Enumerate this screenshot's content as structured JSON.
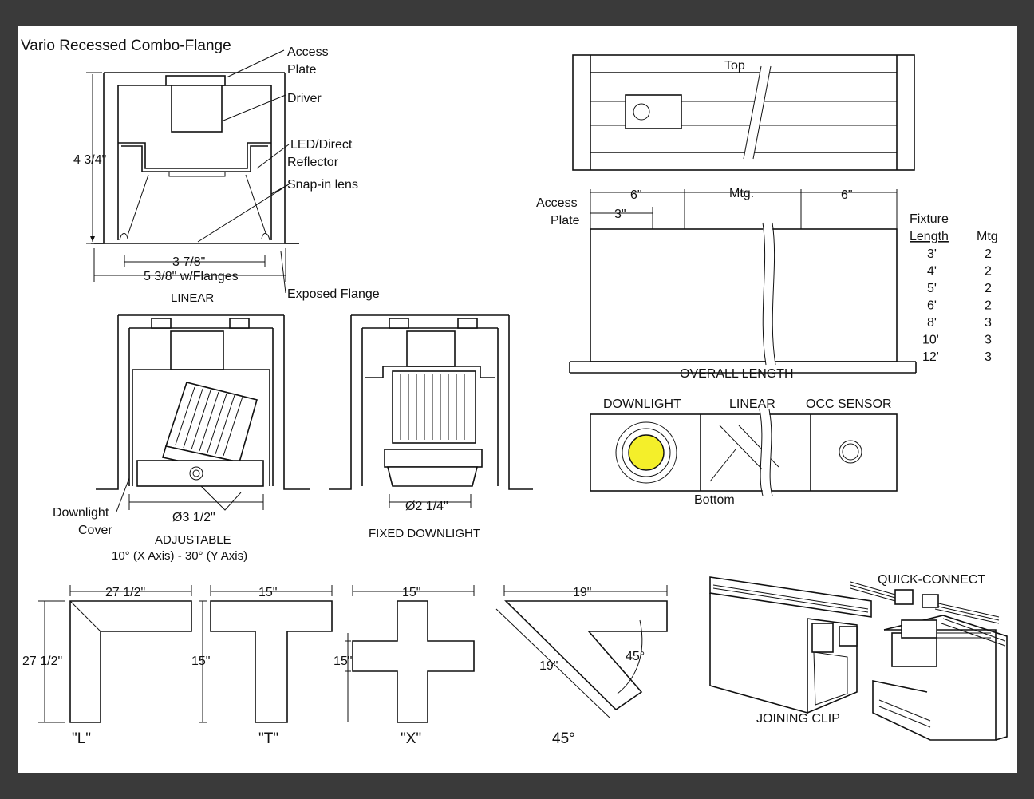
{
  "title": "Vario Recessed Combo-Flange",
  "linear_section": {
    "callouts": {
      "access_plate_1": "Access",
      "access_plate_2": "Plate",
      "driver": "Driver",
      "reflector_1": "LED/Direct",
      "reflector_2": "Reflector",
      "lens": "Snap-in lens",
      "exposed_flange": "Exposed Flange"
    },
    "dims": {
      "height": "4 3/4\"",
      "inner_width": "3 7/8\"",
      "flange_width": "5 3/8\" w/Flanges"
    },
    "caption": "LINEAR"
  },
  "adjustable_section": {
    "callout_1": "Downlight",
    "callout_2": "Cover",
    "dim": "Ø3 1/2\"",
    "caption": "ADJUSTABLE",
    "subcaption": "10° (X Axis)  -  30° (Y Axis)"
  },
  "fixed_section": {
    "dim": "Ø2 1/4\"",
    "caption": "FIXED DOWNLIGHT"
  },
  "top_view": {
    "label": "Top"
  },
  "side_view": {
    "access_1": "Access",
    "access_2": "Plate",
    "dim_6a": "6\"",
    "dim_3": "3\"",
    "dim_mtg": "Mtg.",
    "dim_6b": "6\"",
    "overall": "OVERALL LENGTH"
  },
  "mounting_table": {
    "header_1": "Fixture",
    "header_2": "Length",
    "header_3": "Mtg",
    "rows": [
      {
        "length": "3'",
        "mtg": "2"
      },
      {
        "length": "4'",
        "mtg": "2"
      },
      {
        "length": "5'",
        "mtg": "2"
      },
      {
        "length": "6'",
        "mtg": "2"
      },
      {
        "length": "8'",
        "mtg": "3"
      },
      {
        "length": "10'",
        "mtg": "3"
      },
      {
        "length": "12'",
        "mtg": "3"
      }
    ]
  },
  "bottom_view": {
    "downlight": "DOWNLIGHT",
    "linear": "LINEAR",
    "sensor": "OCC SENSOR",
    "label": "Bottom",
    "lamp_color": "#f4ef2a"
  },
  "configs": {
    "l": {
      "dim_w": "27 1/2\"",
      "dim_h": "27 1/2\"",
      "label": "\"L\""
    },
    "t": {
      "dim_w": "15\"",
      "dim_h": "15\"",
      "label": "\"T\""
    },
    "x": {
      "dim_w": "15\"",
      "dim_h": "15\"",
      "label": "\"X\""
    },
    "d45": {
      "dim_w": "19\"",
      "dim_s": "19\"",
      "angle": "45°",
      "label": "45°"
    }
  },
  "connect": {
    "quick": "QUICK-CONNECT",
    "clip": "JOINING CLIP"
  }
}
